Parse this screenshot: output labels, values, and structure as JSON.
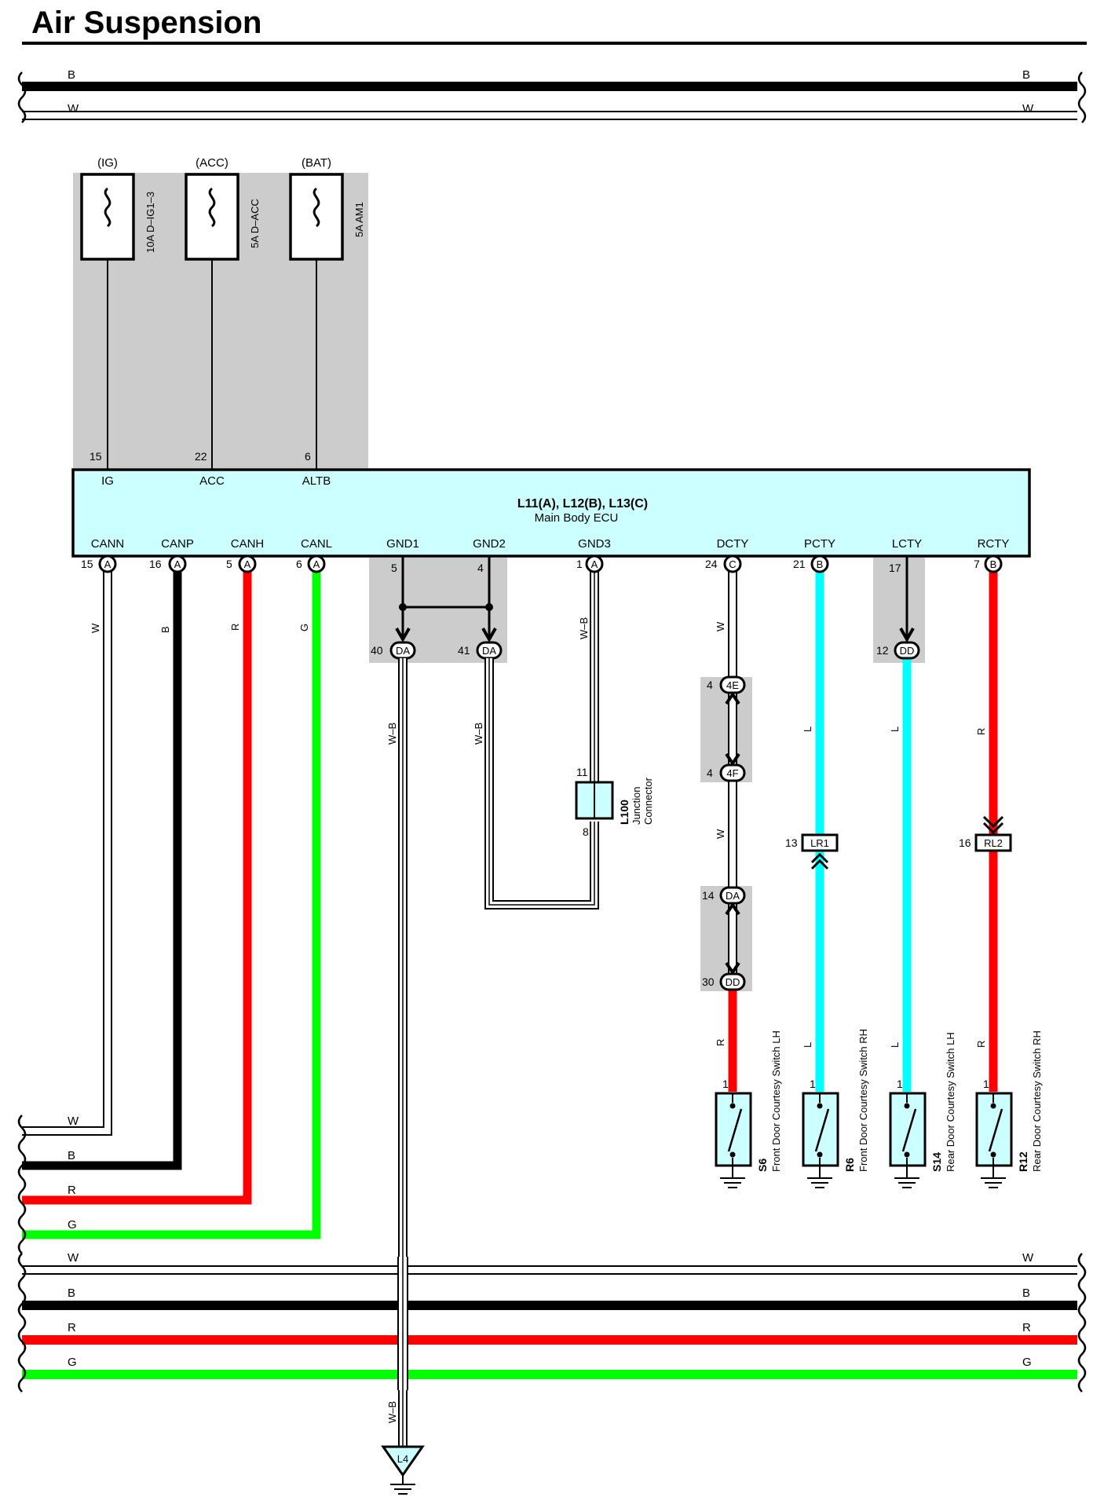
{
  "title": "Air Suspension",
  "colors": {
    "W": "#ffffff",
    "B": "#000000",
    "R": "#ff0000",
    "G": "#00ff00",
    "L": "#00ffff",
    "ecu_fill": "#ccffff",
    "shade": "#cccccc"
  },
  "top_bus": [
    {
      "color": "B",
      "label_left": "B",
      "label_right": "B"
    },
    {
      "color": "W",
      "label_left": "W",
      "label_right": "W"
    }
  ],
  "fuses": [
    {
      "source": "(IG)",
      "name": "10A D–IG1–3",
      "pin": "15",
      "terminal": "IG"
    },
    {
      "source": "(ACC)",
      "name": "5A D–ACC",
      "pin": "22",
      "terminal": "ACC"
    },
    {
      "source": "(BAT)",
      "name": "5A AM1",
      "pin": "6",
      "terminal": "ALTB"
    }
  ],
  "ecu": {
    "connectors": "L11(A), L12(B), L13(C)",
    "name": "Main Body ECU"
  },
  "terminals": [
    {
      "name": "CANN",
      "pin": "15",
      "conn": "A",
      "wire": "W"
    },
    {
      "name": "CANP",
      "pin": "16",
      "conn": "A",
      "wire": "B"
    },
    {
      "name": "CANH",
      "pin": "5",
      "conn": "A",
      "wire": "R"
    },
    {
      "name": "CANL",
      "pin": "6",
      "conn": "A",
      "wire": "G"
    },
    {
      "name": "GND1",
      "pin": "5",
      "conn": "",
      "wire": ""
    },
    {
      "name": "GND2",
      "pin": "4",
      "conn": "",
      "wire": ""
    },
    {
      "name": "GND3",
      "pin": "1",
      "conn": "A",
      "wire": "W–B"
    },
    {
      "name": "DCTY",
      "pin": "24",
      "conn": "C",
      "wire": "W"
    },
    {
      "name": "PCTY",
      "pin": "21",
      "conn": "B",
      "wire": "L"
    },
    {
      "name": "LCTY",
      "pin": "17",
      "conn": "",
      "wire": "L"
    },
    {
      "name": "RCTY",
      "pin": "7",
      "conn": "B",
      "wire": "R"
    }
  ],
  "connectors": {
    "da40": {
      "pin": "40",
      "code": "DA"
    },
    "da41": {
      "pin": "41",
      "code": "DA"
    },
    "dd12": {
      "pin": "12",
      "code": "DD"
    },
    "e4": {
      "pin": "4",
      "code": "4E"
    },
    "f4": {
      "pin": "4",
      "code": "4F"
    },
    "da14": {
      "pin": "14",
      "code": "DA"
    },
    "dd30": {
      "pin": "30",
      "code": "DD"
    },
    "lr1": {
      "pin": "13",
      "code": "LR1"
    },
    "rl2": {
      "pin": "16",
      "code": "RL2"
    }
  },
  "junction": {
    "code": "L100",
    "line1": "Junction",
    "line2": "Connector",
    "pin_top": "11",
    "pin_bottom": "8"
  },
  "wire_labels": {
    "wb": "W–B",
    "w": "W",
    "r": "R",
    "l": "L",
    "b": "B",
    "g": "G"
  },
  "switches": [
    {
      "code": "S6",
      "name": "Front Door Courtesy Switch LH",
      "pin": "1",
      "wire": "R"
    },
    {
      "code": "R6",
      "name": "Front Door Courtesy Switch RH",
      "pin": "1",
      "wire": "L"
    },
    {
      "code": "S14",
      "name": "Rear Door Courtesy Switch LH",
      "pin": "1",
      "wire": "L"
    },
    {
      "code": "R12",
      "name": "Rear Door Courtesy Switch RH",
      "pin": "1",
      "wire": "R"
    }
  ],
  "bottom_bus": [
    {
      "color": "W",
      "label_left": "W",
      "label_right": "W"
    },
    {
      "color": "B",
      "label_left": "B",
      "label_right": "B"
    },
    {
      "color": "R",
      "label_left": "R",
      "label_right": "R"
    },
    {
      "color": "G",
      "label_left": "G",
      "label_right": "G"
    }
  ],
  "ground_point": "L4"
}
